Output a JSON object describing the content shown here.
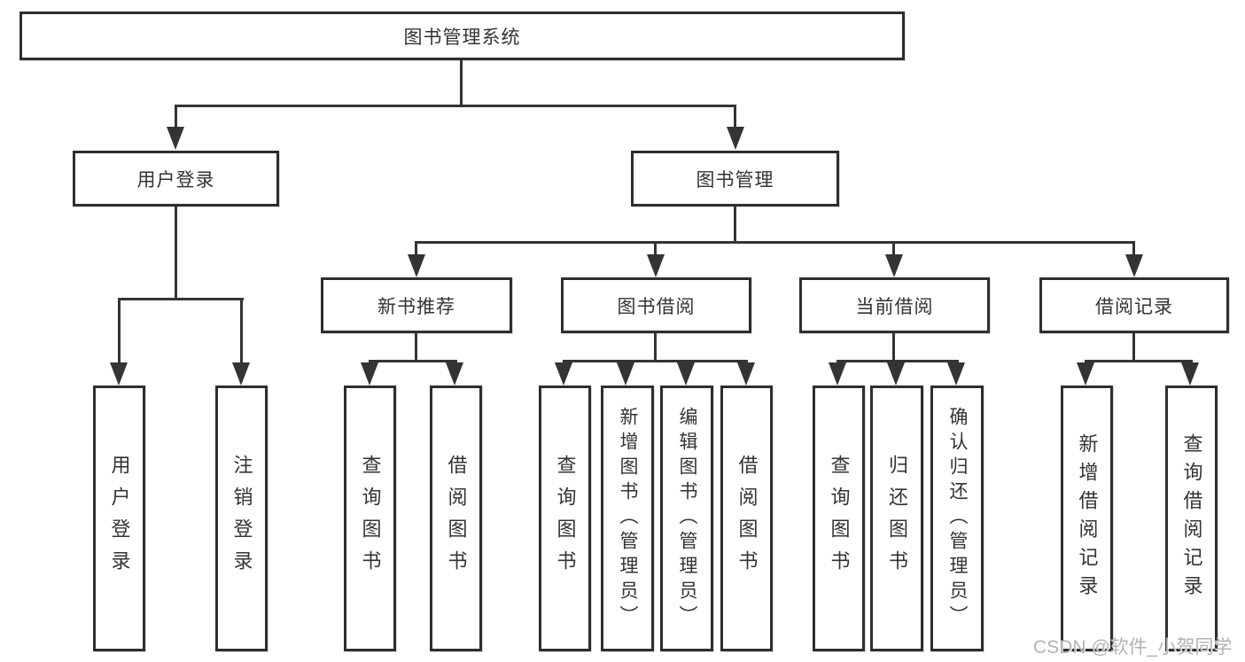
{
  "tree": {
    "root": "图书管理系统",
    "children": [
      {
        "label": "用户登录",
        "children": [
          {
            "label": "用户登录"
          },
          {
            "label": "注销登录"
          }
        ]
      },
      {
        "label": "图书管理",
        "children": [
          {
            "label": "新书推荐",
            "children": [
              {
                "label": "查询图书"
              },
              {
                "label": "借阅图书"
              }
            ]
          },
          {
            "label": "图书借阅",
            "children": [
              {
                "label": "查询图书"
              },
              {
                "label": "新增图书（管理员）"
              },
              {
                "label": "编辑图书（管理员）"
              },
              {
                "label": "借阅图书"
              }
            ]
          },
          {
            "label": "当前借阅",
            "children": [
              {
                "label": "查询图书"
              },
              {
                "label": "归还图书"
              },
              {
                "label": "确认归还（管理员）"
              }
            ]
          },
          {
            "label": "借阅记录",
            "children": [
              {
                "label": "新增借阅记录"
              },
              {
                "label": "查询借阅记录"
              }
            ]
          }
        ]
      }
    ]
  },
  "watermark": {
    "text": "CSDN @软件_小贺同学"
  },
  "colors": {
    "line": "#343434",
    "border": "#2e2e2e",
    "text": "#333333",
    "watermark": "#b3b3b3",
    "background": "#ffffff"
  }
}
